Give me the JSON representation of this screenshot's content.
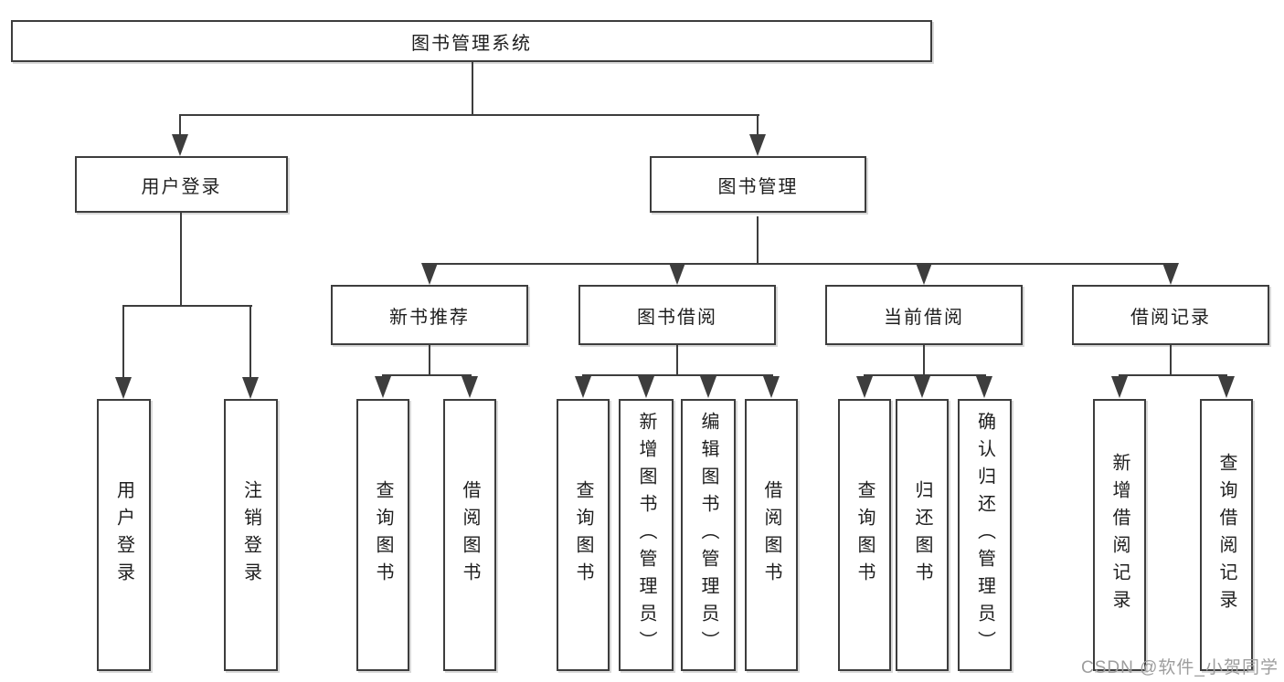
{
  "tree": {
    "label": "图书管理系统",
    "children": [
      {
        "label": "用户登录",
        "children": [
          {
            "label": "用户登录"
          },
          {
            "label": "注销登录"
          }
        ]
      },
      {
        "label": "图书管理",
        "children": [
          {
            "label": "新书推荐",
            "children": [
              {
                "label": "查询图书"
              },
              {
                "label": "借阅图书"
              }
            ]
          },
          {
            "label": "图书借阅",
            "children": [
              {
                "label": "查询图书"
              },
              {
                "label": "新增图书（管理员）"
              },
              {
                "label": "编辑图书（管理员）"
              },
              {
                "label": "借阅图书"
              }
            ]
          },
          {
            "label": "当前借阅",
            "children": [
              {
                "label": "查询图书"
              },
              {
                "label": "归还图书"
              },
              {
                "label": "确认归还（管理员）"
              }
            ]
          },
          {
            "label": "借阅记录",
            "children": [
              {
                "label": "新增借阅记录"
              },
              {
                "label": "查询借阅记录"
              }
            ]
          }
        ]
      }
    ]
  },
  "watermark": {
    "text": "CSDN @软件_小贺同学"
  },
  "colors": {
    "line": "#3d3d3d",
    "box_border": "#3d3d3d",
    "text": "#1e1e1e",
    "background": "#ffffff",
    "watermark": "#9d9d9d"
  }
}
